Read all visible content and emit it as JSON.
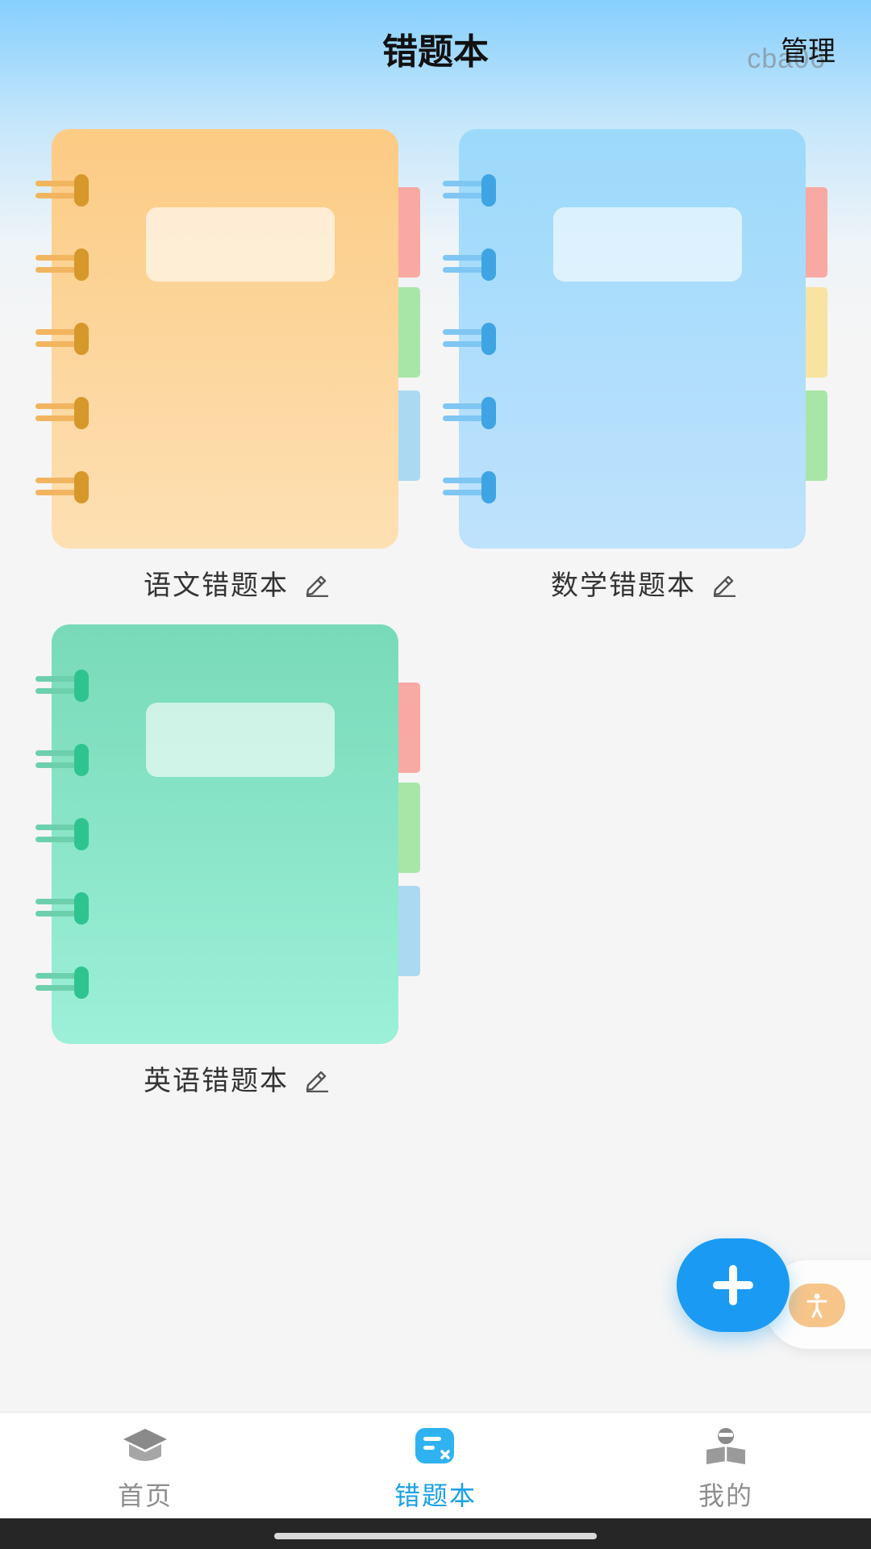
{
  "header": {
    "title": "错题本",
    "manage_label": "管理",
    "watermark": "cba06"
  },
  "notebooks": [
    {
      "name": "语文错题本",
      "theme": "orange",
      "cover_color": "#fccb84",
      "tabs": [
        "red",
        "green",
        "lightblue"
      ],
      "edit_icon": "pencil-icon"
    },
    {
      "name": "数学错题本",
      "theme": "blue",
      "cover_color": "#9cd9fb",
      "tabs": [
        "red",
        "yellow",
        "green"
      ],
      "edit_icon": "pencil-icon"
    },
    {
      "name": "英语错题本",
      "theme": "green",
      "cover_color": "#78dab8",
      "tabs": [
        "red",
        "green",
        "lightblue"
      ],
      "edit_icon": "pencil-icon"
    }
  ],
  "fab": {
    "icon": "plus-icon",
    "color": "#1a9af2"
  },
  "accessibility": {
    "icon": "accessibility-icon",
    "color": "#f7c58a"
  },
  "bottom_nav": {
    "items": [
      {
        "label": "首页",
        "icon": "graduation-cap-icon",
        "active": false
      },
      {
        "label": "错题本",
        "icon": "notebook-icon",
        "active": true
      },
      {
        "label": "我的",
        "icon": "reading-person-icon",
        "active": false
      }
    ],
    "active_color": "#1aa0e6",
    "inactive_color": "#8e8e8e"
  }
}
